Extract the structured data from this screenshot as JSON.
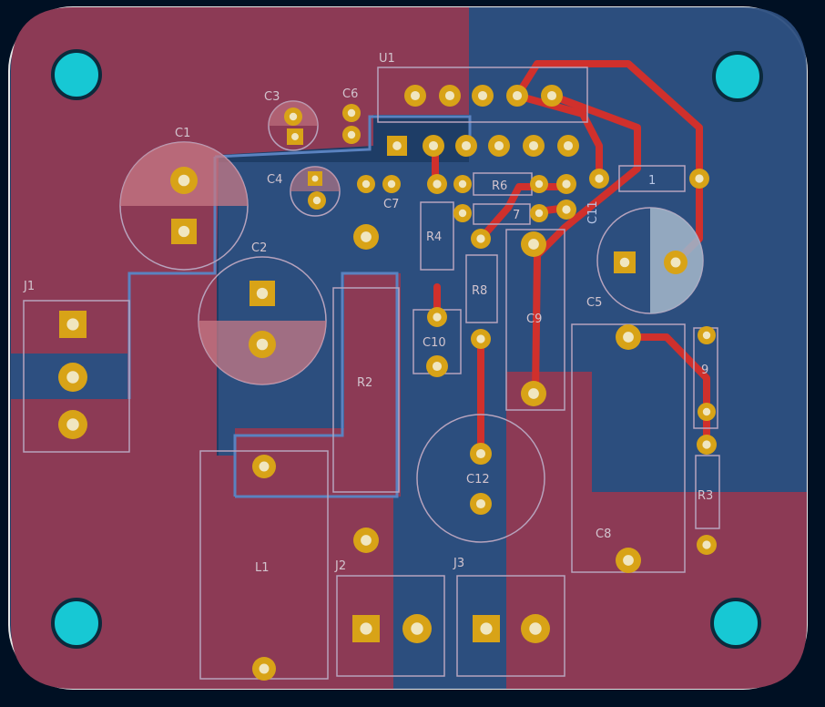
{
  "colors": {
    "background": "#001023",
    "front_copper_zone": "#8c3a55",
    "back_copper_zone": "#2d4f80",
    "track_red": "#d0302c",
    "track_blue": "#5a82c0",
    "pad_gold": "#d8a317",
    "mount_hole": "#17c8d4",
    "silkscreen": "#d2c4ce",
    "board_edge": "#e6e6e6"
  },
  "refs": {
    "U1": "U1",
    "C1": "C1",
    "C2": "C2",
    "C3": "C3",
    "C4": "C4",
    "C5": "C5",
    "C6": "C6",
    "C7": "C7",
    "C8": "C8",
    "C9": "C9",
    "C10": "C10",
    "C11": "C11",
    "C12": "C12",
    "R1": "1",
    "R2": "R2",
    "R3": "R3",
    "R4": "R4",
    "R6": "R6",
    "R7": "7",
    "R8": "R8",
    "R9": "9",
    "L1": "L1",
    "J1": "J1",
    "J2": "J2",
    "J3": "J3"
  },
  "icons": {
    "mount_hole": "mounting-hole-icon",
    "pad": "pad-icon"
  }
}
